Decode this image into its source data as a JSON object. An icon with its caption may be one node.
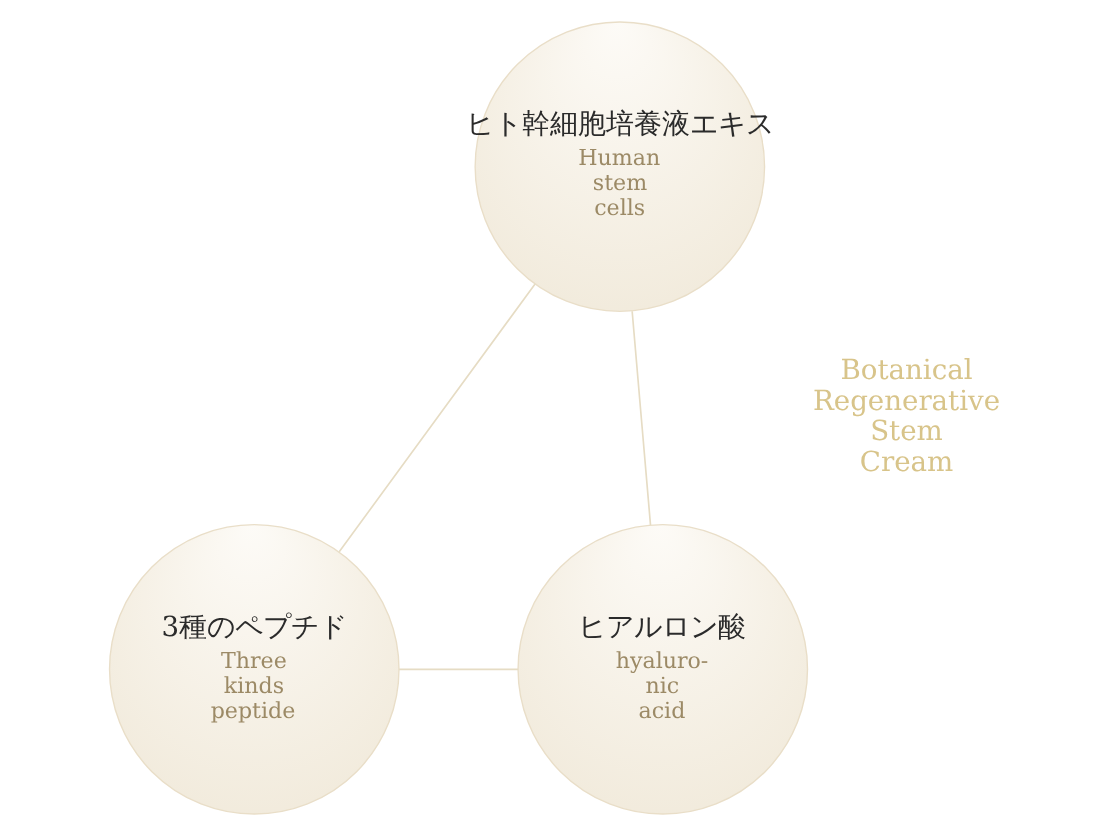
{
  "diagram": {
    "nodes": [
      {
        "text": [
          "ヒト幹細胞培養液エキス",
          "Human stem cells"
        ]
      },
      {
        "text": [
          "3種のペプチド",
          "Three kinds peptide"
        ]
      },
      {
        "text": [
          "ヒアルロン酸",
          "hyaluro- nic acid"
        ]
      }
    ],
    "edges": [
      {
        "from": 0,
        "to": 1,
        "arrow": "none"
      },
      {
        "from": 0,
        "to": 2,
        "arrow": "none"
      },
      {
        "from": 1,
        "to": 2,
        "arrow": "none"
      }
    ],
    "labels": [
      "Botanical Regenerative Stem Cream"
    ]
  }
}
